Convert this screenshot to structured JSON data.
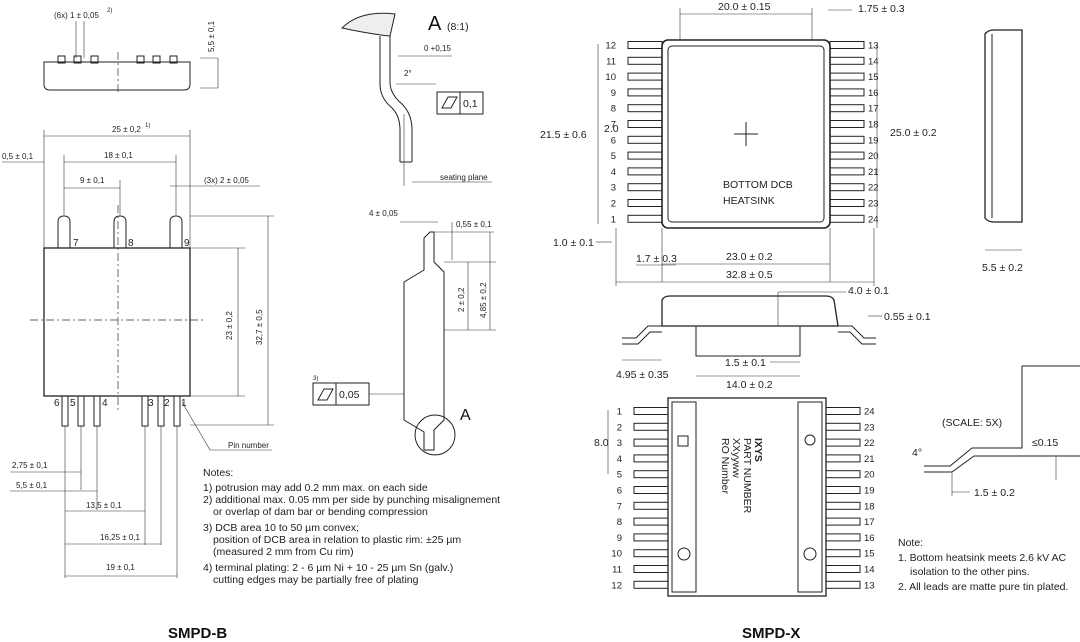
{
  "left": {
    "caption": "SMPD-B",
    "dims": {
      "pin_width": "(6x) 1 ± 0,05",
      "height_top": "5,5 ± 0,1",
      "body_width": "25 ± 0,2",
      "offset": "0,5 ± 0,1",
      "pin_span_18": "18 ± 0,1",
      "pin_span_9": "9 ± 0,1",
      "pin_width_3x": "(3x) 2 ± 0,05",
      "body_height": "23 ± 0,2",
      "total_height": "32,7 ± 0,5",
      "d_275": "2,75 ± 0,1",
      "d_55": "5,5 ± 0,1",
      "d_135": "13,5 ± 0,1",
      "d_1625": "16,25 ± 0,1",
      "d_19": "19 ± 0,1",
      "pin_number": "Pin number"
    },
    "pins_top": [
      "7",
      "8",
      "9"
    ],
    "pins_bottom": [
      "6",
      "5",
      "4",
      "3",
      "2",
      "1"
    ],
    "detail": {
      "label": "A",
      "scale": "(8:1)",
      "tol": "0 +0,15",
      "angle": "2°",
      "flat": "0,1",
      "seating_plane": "seating plane",
      "d4": "4 ± 0,05",
      "d055": "0,55 ± 0,1",
      "d2": "2 ± 0,2",
      "d485": "4,85 ± 0,2",
      "flat2": "0,05",
      "callout": "A"
    },
    "notes_title": "Notes:",
    "notes": [
      "1) potrusion may add 0.2 mm max. on each side",
      "2) additional max. 0.05 mm per side by punching misalignement",
      "or overlap of dam bar or bending compression",
      "3) DCB area 10 to 50 µm convex;",
      "position of DCB area in relation to plastic rim: ±25 µm",
      "(measured 2 mm from Cu rim)",
      "4) terminal plating: 2 - 6 µm Ni + 10 - 25 µm Sn (galv.)",
      "cutting edges may be partially free of plating"
    ]
  },
  "right": {
    "caption": "SMPD-X",
    "dims": {
      "top_width": "20.0 ± 0.15",
      "pitch": "1.75 ± 0.3",
      "side": "21.5 ± 0.6",
      "d20": "2.0",
      "body_height": "25.0 ± 0.2",
      "lead_off": "1.0 ± 0.1",
      "d17": "1.7 ± 0.3",
      "d23": "23.0 ± 0.2",
      "d328": "32.8 ± 0.5",
      "thick": "5.5 ± 0.2",
      "d40": "4.0 ± 0.1",
      "d055": "0.55 ± 0.1",
      "d15": "1.5 ± 0.1",
      "d495": "4.95 ± 0.35",
      "d140": "14.0 ± 0.2",
      "d80": "8.0",
      "scale": "(SCALE: 5X)",
      "le015": "≤0.15",
      "angle": "4°",
      "d15b": "1.5 ± 0.2"
    },
    "heatsink": [
      "BOTTOM DCB",
      "HEATSINK"
    ],
    "pins_left": [
      "12",
      "11",
      "10",
      "9",
      "8",
      "7",
      "6",
      "5",
      "4",
      "3",
      "2",
      "1"
    ],
    "pins_right": [
      "13",
      "14",
      "15",
      "16",
      "17",
      "18",
      "19",
      "20",
      "21",
      "22",
      "23",
      "24"
    ],
    "pins_left_bottom": [
      "1",
      "2",
      "3",
      "4",
      "5",
      "6",
      "7",
      "8",
      "9",
      "10",
      "11",
      "12"
    ],
    "pins_right_bottom": [
      "24",
      "23",
      "22",
      "21",
      "20",
      "19",
      "18",
      "17",
      "16",
      "15",
      "14",
      "13"
    ],
    "marking": [
      "IXYS",
      "PART NUMBER",
      "XXyyww",
      "RO Number"
    ],
    "notes_title": "Note:",
    "notes": [
      "1. Bottom heatsink meets 2.6 kV AC",
      "isolation to the other pins.",
      "2. All leads are matte pure tin plated."
    ]
  }
}
